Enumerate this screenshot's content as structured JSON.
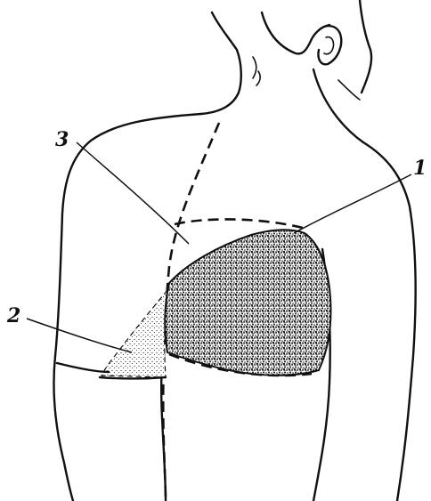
{
  "figure": {
    "ink_color": "#111111",
    "paper_color": "#ffffff",
    "callouts": [
      {
        "label": "1",
        "target": "dense-dotted-region"
      },
      {
        "label": "2",
        "target": "light-dotted-region"
      },
      {
        "label": "3",
        "target": "unshaded-region-above-boundary"
      }
    ]
  }
}
